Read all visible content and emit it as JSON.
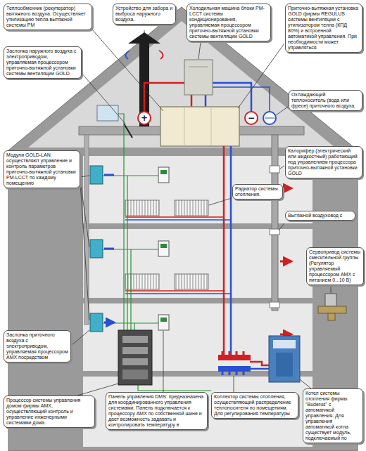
{
  "diagram": {
    "nodes": [
      {
        "text": [
          "Теплообменник (рекуператор) вытяжного воздуха. Осуществляет утилизацию тепла вытяжной системы PM"
        ]
      },
      {
        "text": [
          "Устройство для забора и выброса наружного воздуха."
        ]
      },
      {
        "text": [
          "Холодильная машина блоки PM-LCCT системы кондиционирования, управляемая процессором приточно-вытяжной установки системы вентиляции GOLD"
        ]
      },
      {
        "text": [
          "Приточно-вытяжная установка GOLD фирмы REGULUS системы вентиляции с утилизатором тепла (КПД 80%) и встроенной автоматикой управления. При необходимости может управляться"
        ]
      },
      {
        "text": [
          "Заслонка наружного воздуха с электроприводом, управляемая процессором приточно-вытяжной установки системы вентиляции GOLD"
        ]
      },
      {
        "text": [
          "Охлаждающий теплоноситель (вода или фреон) приточного воздуха."
        ]
      },
      {
        "text": [
          "Модули GOLD-LAN осуществляют управление и контроль параметров приточно-вытяжной установки PM-LCCT по каждому помещению"
        ]
      },
      {
        "text": [
          "Радиатор системы отопления."
        ]
      },
      {
        "text": [
          "Калорифер (электрический или жидкостный) работающий под управлением процессора приточно-вытяжной установки GOLD"
        ]
      },
      {
        "text": [
          "Вытяжной воздуховод с"
        ]
      },
      {
        "text": [
          "Сервопривод системы смесительной группы (Регулятор управляемый процессором AMX с питанием 0...10 В)"
        ]
      },
      {
        "text": [
          "Заслонка приточного воздуха с электроприводом, управляемая процессором AMX посредством"
        ]
      },
      {
        "text": [
          "Процессор системы управления домом фирмы AMX, осуществляющий контроль и управление инженерными системами дома."
        ]
      },
      {
        "text": [
          "Панель управления DMS: предназначена для координированного управления системами. Панель подключается к процессору AMX по собственной шине и дает возможность задавать и контролировать температуру в"
        ]
      },
      {
        "text": [
          "Коллектор системы отопления, осуществляющий распределение теплоносителя по помещениям. Для регулирования температуры"
        ]
      },
      {
        "text": [
          "Котел системы отопления фирмы \"Buderus\" с автоматикой управления. Для управления автоматикой котла существует модуль, подключаемый по"
        ]
      }
    ],
    "labels": [
      "+",
      "−"
    ]
  }
}
